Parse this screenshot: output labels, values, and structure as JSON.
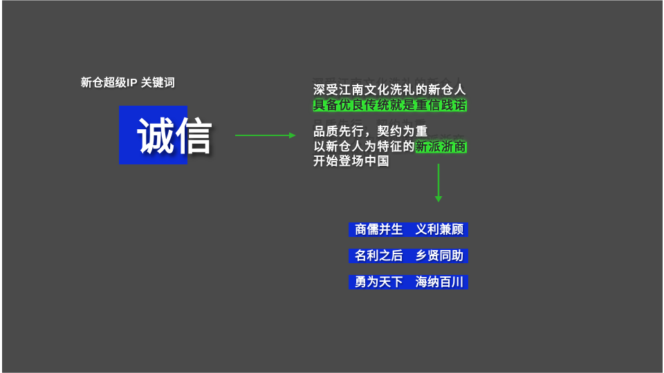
{
  "slide": {
    "background_color": "#4a4a4a",
    "accent_blue": "#0d2bd5",
    "accent_green": "#2eb82e",
    "title": "新仓超级IP 关键词",
    "keyword": "诚信",
    "paragraph": {
      "line1": "深受江南文化洗礼的新仓人",
      "line2_highlight": "具备优良传统就是重信践诺",
      "line3": "品质先行，契约为重",
      "line4_prefix": "以新仓人为特征的",
      "line4_highlight": "新派浙商",
      "line5": "开始登场中国"
    },
    "bullets": [
      "商儒并生　义利兼顾",
      "名利之后　乡贤同助",
      "勇为天下　海纳百川"
    ]
  }
}
